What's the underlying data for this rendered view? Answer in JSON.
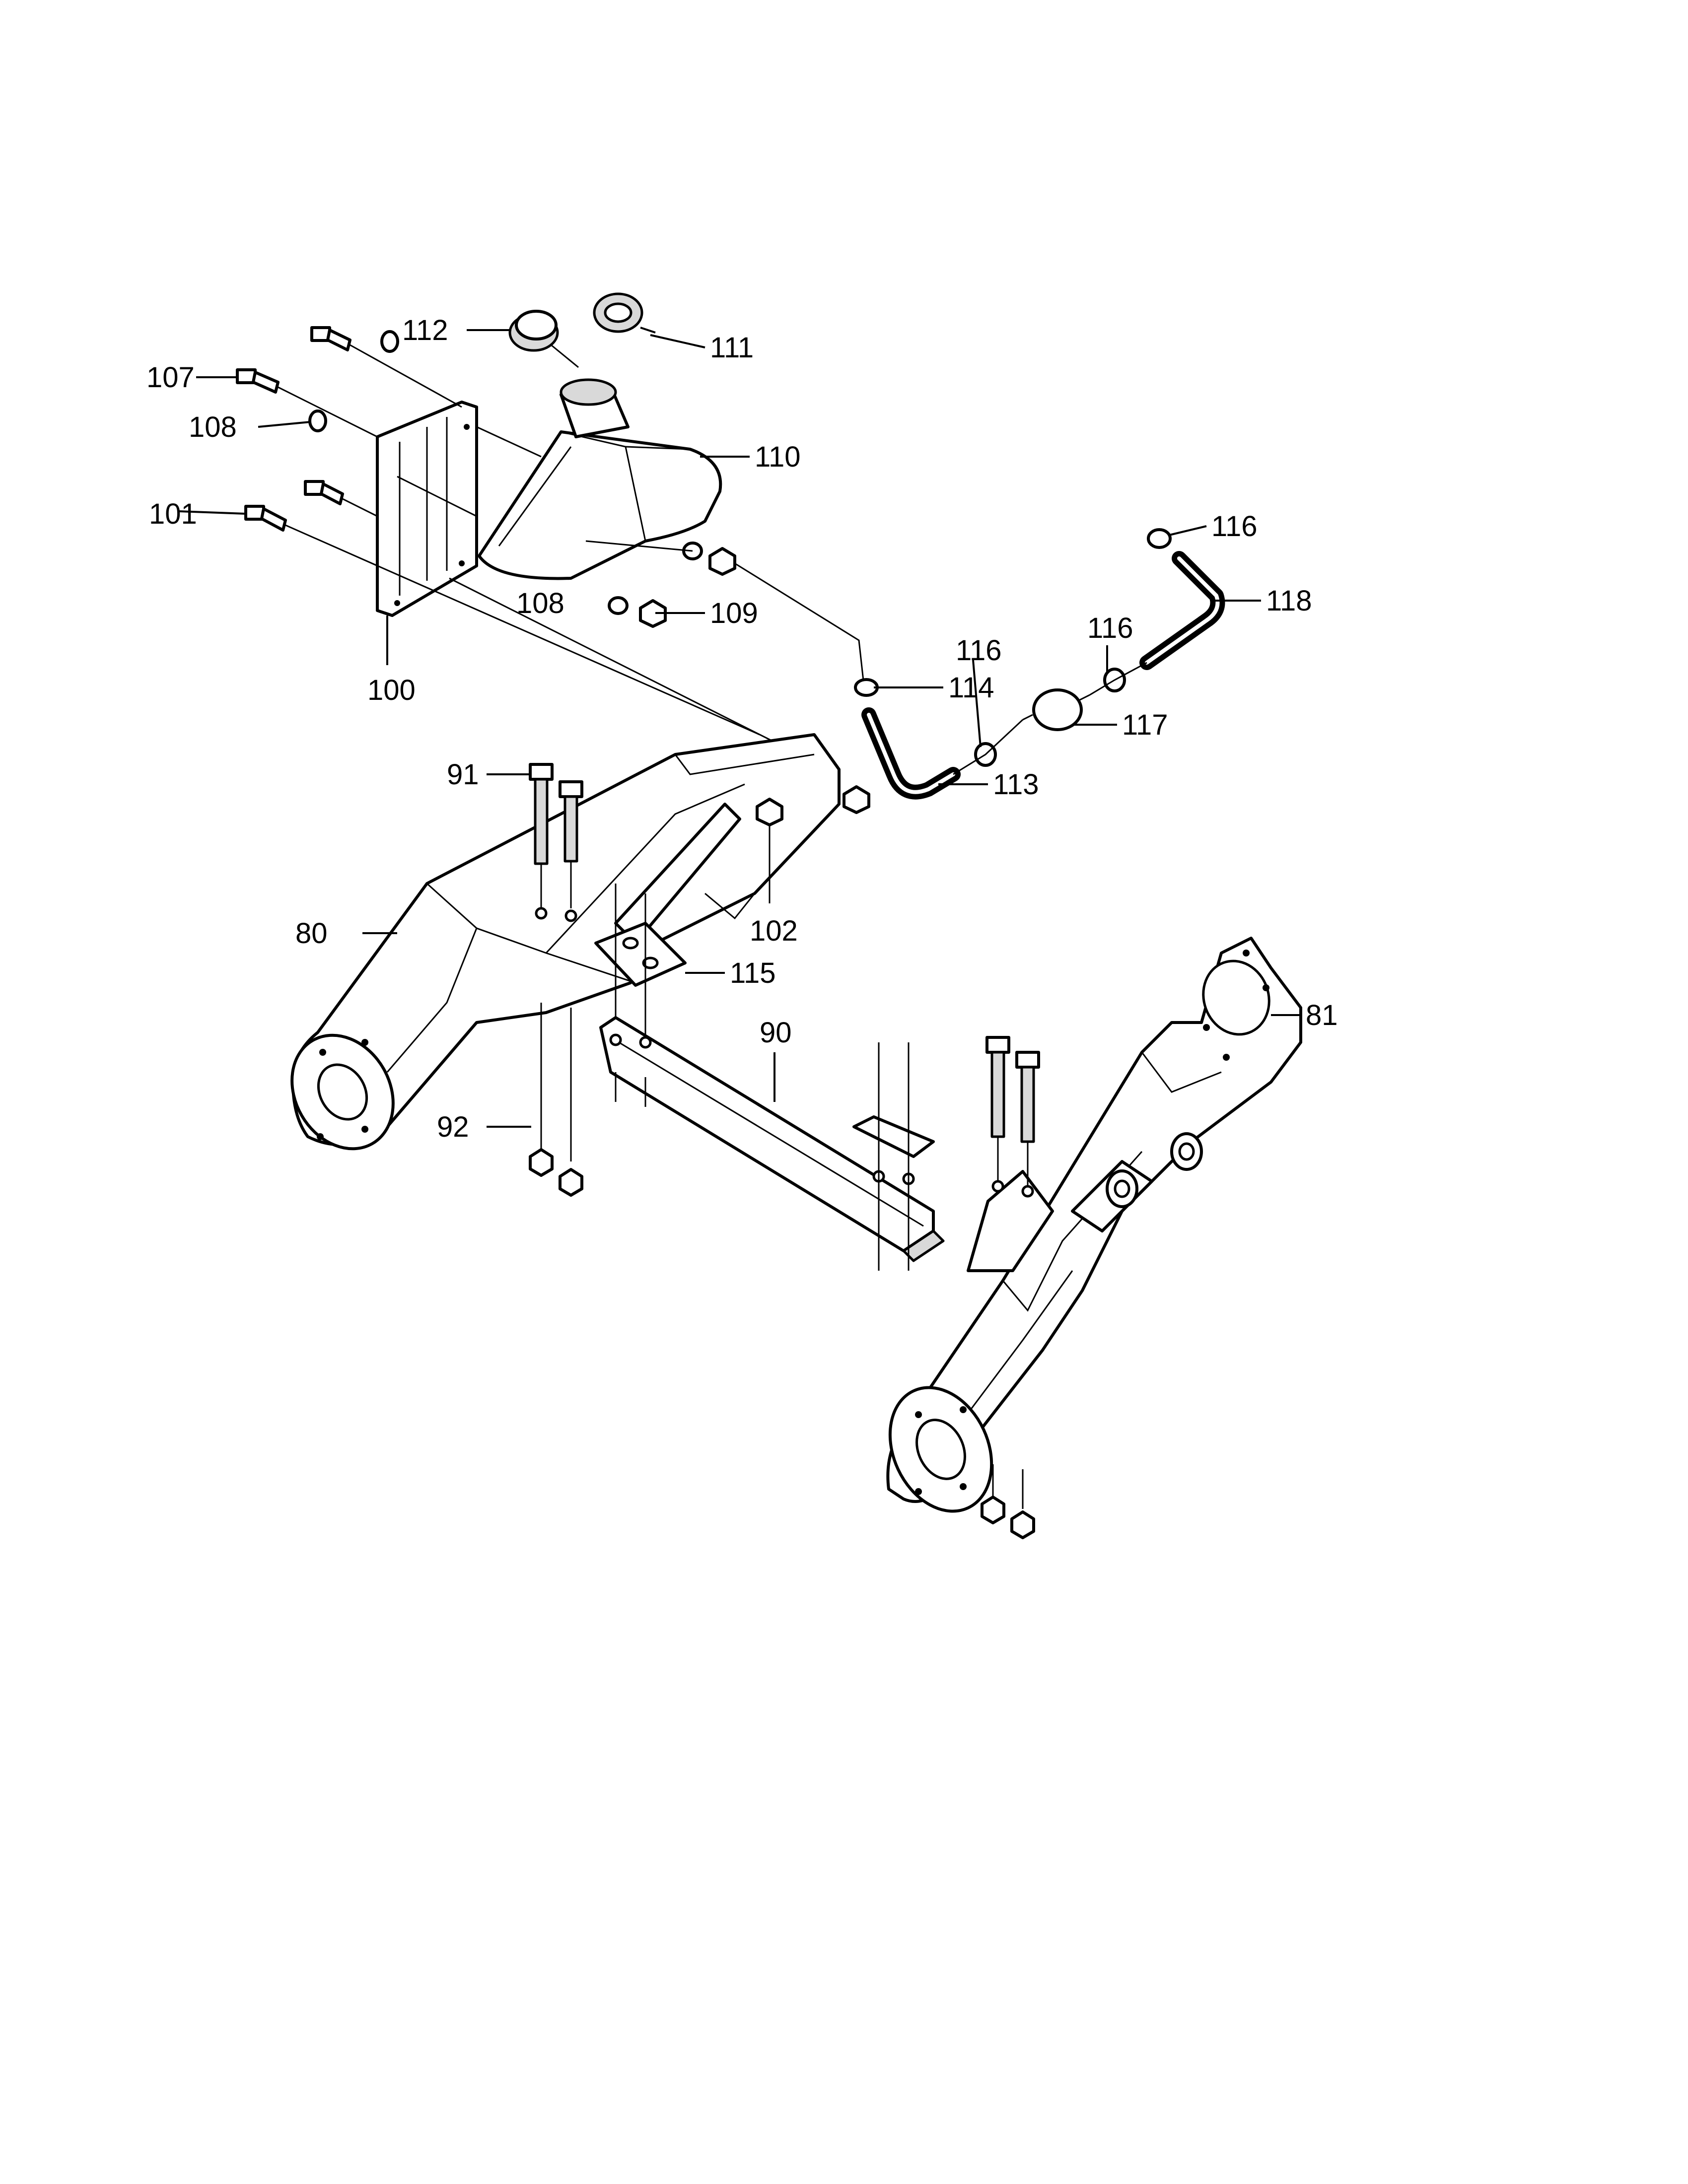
{
  "diagram": {
    "callouts": {
      "c80": "80",
      "c81": "81",
      "c90": "90",
      "c91": "91",
      "c92": "92",
      "c100": "100",
      "c101": "101",
      "c102": "102",
      "c107": "107",
      "c108a": "108",
      "c108b": "108",
      "c109": "109",
      "c110": "110",
      "c111": "111",
      "c112": "112",
      "c113": "113",
      "c114": "114",
      "c115": "115",
      "c116a": "116",
      "c116b": "116",
      "c116c": "116",
      "c117": "117",
      "c118": "118"
    }
  }
}
